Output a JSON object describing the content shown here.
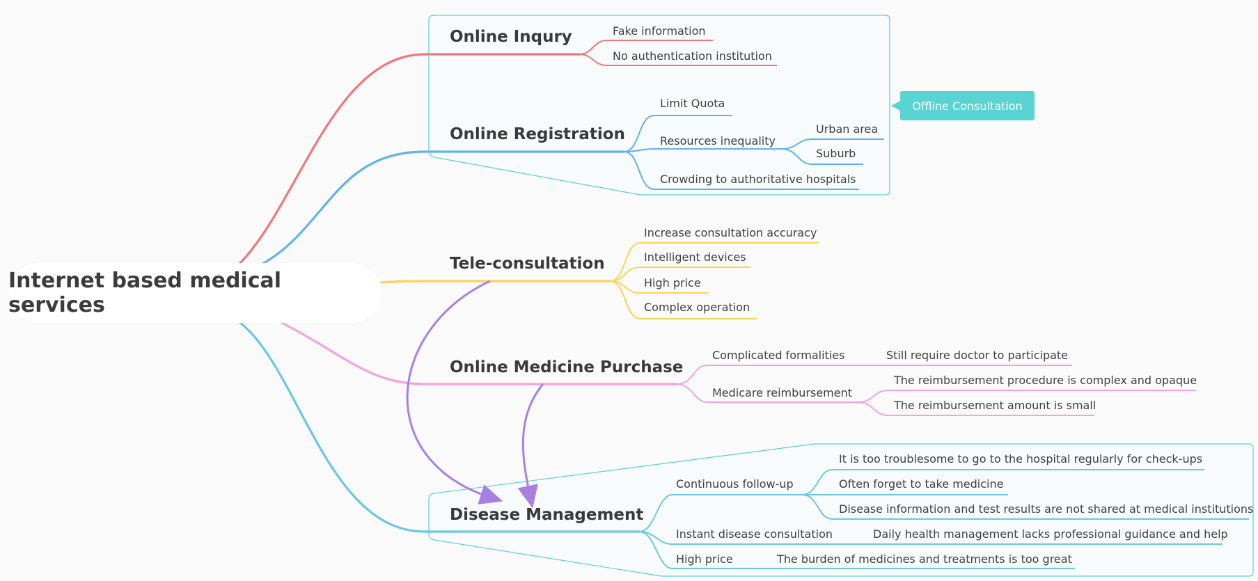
{
  "root": "Internet based medical services",
  "branches": {
    "inquiry": {
      "title": "Online Inqury",
      "color": "#f07777",
      "items": [
        "Fake information",
        "No authentication institution"
      ]
    },
    "registration": {
      "title": "Online Registration",
      "color": "#60b2ec",
      "items": [
        "Limit Quota",
        "Resources inequality",
        "Crowding to authoritative hospitals"
      ],
      "sub": [
        "Urban area",
        "Suburb"
      ]
    },
    "teleconsultation": {
      "title": "Tele-consultation",
      "color": "#fdd25a",
      "items": [
        "Increase consultation accuracy",
        "Intelligent devices",
        "High price",
        "Complex operation"
      ]
    },
    "medicine": {
      "title": "Online Medicine Purchase",
      "color": "#f0a3e0",
      "items": [
        "Complicated formalities",
        "Medicare reimbursement"
      ],
      "formalities_detail": "Still require doctor to participate",
      "reimbursement_detail": [
        "The reimbursement procedure is complex and opaque",
        "The reimbursement amount is small"
      ]
    },
    "disease": {
      "title": "Disease Management",
      "color": "#6cc6e6",
      "items": [
        "Continuous follow-up",
        "Instant disease consultation",
        "High price"
      ],
      "followup_detail": [
        "It is too troublesome to go to the hospital regularly for check-ups",
        "Often forget to take medicine",
        "Disease information and test results are not shared at medical institutions"
      ],
      "instant_detail": "Daily health management lacks professional guidance and help",
      "price_detail": "The burden of medicines and treatments is too great"
    }
  },
  "callout": "Offline Consultation",
  "colors": {
    "boundary": "#5ccfcf",
    "relationship": "#a980e0",
    "callout_fill": "#5ad3d3"
  }
}
